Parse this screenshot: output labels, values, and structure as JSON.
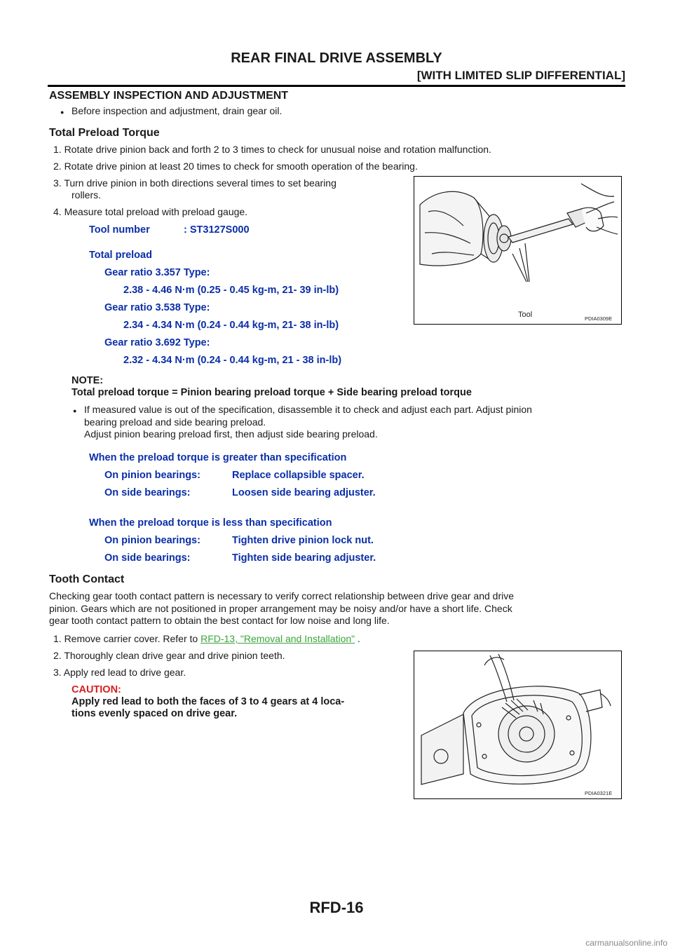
{
  "header": {
    "title": "REAR FINAL DRIVE ASSEMBLY",
    "subtitle": "[WITH LIMITED SLIP DIFFERENTIAL]"
  },
  "section": {
    "title": "ASSEMBLY INSPECTION AND ADJUSTMENT",
    "bullet": "Before inspection and adjustment, drain gear oil."
  },
  "preload": {
    "title": "Total Preload Torque",
    "step1": "1.  Rotate drive pinion back and forth 2 to 3 times to check for unusual noise and rotation malfunction.",
    "step2": "2.  Rotate drive pinion at least 20 times to check for smooth operation of the bearing.",
    "step3a": "3.  Turn drive pinion in both directions several times to set bearing",
    "step3b": "rollers.",
    "step4": "4.  Measure total preload with preload gauge.",
    "tool_label": "Tool number",
    "tool_value": ": ST3127S000",
    "total_label": "Total preload",
    "ratio1": "Gear ratio 3.357 Type:",
    "ratio1_val": "2.38 - 4.46 N·m (0.25 - 0.45 kg-m, 21- 39 in-lb)",
    "ratio2": "Gear ratio 3.538 Type:",
    "ratio2_val": "2.34 - 4.34 N·m (0.24 - 0.44 kg-m, 21- 38 in-lb)",
    "ratio3": "Gear ratio 3.692 Type:",
    "ratio3_val": "2.32 - 4.34 N·m (0.24 - 0.44 kg-m, 21 - 38 in-lb)",
    "note_label": "NOTE:",
    "note_text": "Total preload torque = Pinion bearing preload torque + Side bearing preload torque",
    "bullet_a": "If measured value is out of the specification, disassemble it to check and adjust each part. Adjust pinion",
    "bullet_b": "bearing preload and side bearing preload.",
    "bullet_c": "Adjust pinion bearing preload first, then adjust side bearing preload.",
    "greater_title": "When the preload torque is greater than specification",
    "greater_pin_label": "On pinion bearings:",
    "greater_pin_val": "Replace collapsible spacer.",
    "greater_side_label": "On side bearings:",
    "greater_side_val": "Loosen side bearing adjuster.",
    "less_title": "When the preload torque is less than specification",
    "less_pin_label": "On pinion bearings:",
    "less_pin_val": "Tighten drive pinion lock nut.",
    "less_side_label": "On side bearings:",
    "less_side_val": "Tighten side bearing adjuster."
  },
  "figure1": {
    "label": "Tool",
    "code": "PDIA0309E"
  },
  "tooth": {
    "title": "Tooth Contact",
    "para1": "Checking gear tooth contact pattern is necessary to verify correct relationship between drive gear and drive",
    "para2": "pinion. Gears which are not positioned in proper arrangement may be noisy and/or have a short life. Check",
    "para3": "gear tooth contact pattern to obtain the best contact for low noise and long life.",
    "step1_pre": "1.  Remove carrier cover. Refer to ",
    "step1_link": "RFD-13, \"Removal and Installation\"",
    "step1_post": " .",
    "step2": "2.  Thoroughly clean drive gear and drive pinion teeth.",
    "step3": "3.  Apply red lead to drive gear.",
    "caution_label": "CAUTION:",
    "caution1": "Apply red lead to both the faces of 3 to 4 gears at 4 loca-",
    "caution2": "tions evenly spaced on drive gear."
  },
  "figure2": {
    "code": "PDIA0321E"
  },
  "footer": {
    "page": "RFD-16"
  },
  "watermark": "carmanualsonline.info"
}
